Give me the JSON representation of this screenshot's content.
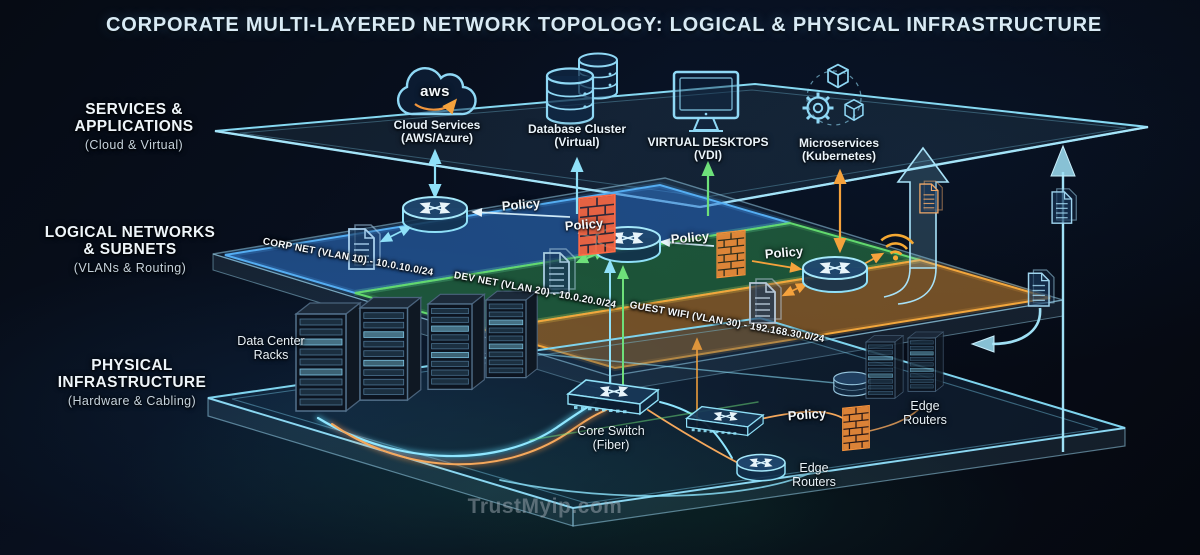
{
  "title": "CORPORATE MULTI-LAYERED NETWORK TOPOLOGY: LOGICAL & PHYSICAL INFRASTRUCTURE",
  "watermark": "TrustMyip.com",
  "side_labels": {
    "services": {
      "line1": "SERVICES &",
      "line2": "APPLICATIONS",
      "sub": "(Cloud & Virtual)"
    },
    "logical": {
      "line1": "LOGICAL NETWORKS",
      "line2": "& SUBNETS",
      "sub": "(VLANs & Routing)"
    },
    "physical": {
      "line1": "PHYSICAL",
      "line2": "INFRASTRUCTURE",
      "sub": "(Hardware & Cabling)"
    }
  },
  "services_layer": {
    "aws_logo": "aws",
    "items": [
      {
        "line1": "Cloud Services",
        "line2": "(AWS/Azure)"
      },
      {
        "line1": "Database Cluster",
        "line2": "(Virtual)"
      },
      {
        "line1": "VIRTUAL DESKTOPS",
        "line2": "(VDI)"
      },
      {
        "line1": "Microservices",
        "line2": "(Kubernetes)"
      }
    ]
  },
  "logical_layer": {
    "vlans": [
      {
        "label": "CORP NET (VLAN 10) - 10.0.10.0/24",
        "color": "#4aa4f0"
      },
      {
        "label": "DEV NET (VLAN 20) - 10.0.20.0/24",
        "color": "#55d065"
      },
      {
        "label": "GUEST WIFI (VLAN 30) - 192.168.30.0/24",
        "color": "#f2a63c"
      }
    ],
    "policies": [
      "Policy",
      "Policy",
      "Policy",
      "Policy"
    ]
  },
  "physical_layer": {
    "racks_label": {
      "line1": "Data Center",
      "line2": "Racks"
    },
    "core_switch_label": {
      "line1": "Core Switch",
      "line2": "(Fiber)"
    },
    "policy": "Policy",
    "edge_routers_bottom": {
      "line1": "Edge",
      "line2": "Routers"
    },
    "edge_routers_right": {
      "line1": "Edge",
      "line2": "Routers"
    }
  },
  "colors": {
    "cyan": "#8fe0f8",
    "blue": "#4aa4f0",
    "green": "#55d065",
    "orange": "#f2a63c",
    "firewall_red": "#ff6a45",
    "firewall_orange": "#f5923c"
  }
}
